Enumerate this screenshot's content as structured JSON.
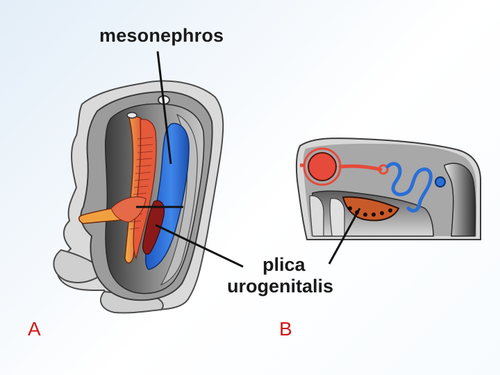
{
  "labels": {
    "mesonephros": "mesonephros",
    "plica": "plica",
    "urogenitalis": "urogenitalis"
  },
  "panels": {
    "a": "A",
    "b": "B"
  },
  "colors": {
    "panel_letter": "#d01818",
    "tissue_gray": "#9a9a9a",
    "tissue_light": "#dcdcdc",
    "duct_orange": "#f0a040",
    "tubule_red": "#e04a3a",
    "mesonephros_blue": "#2a6fd6",
    "gonad_darkred": "#8a1a1a"
  }
}
